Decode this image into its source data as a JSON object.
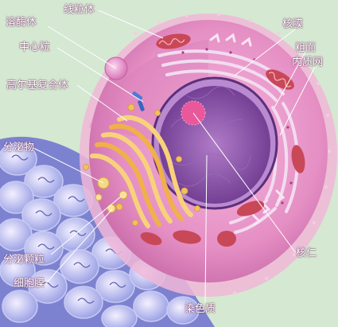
{
  "labels": {
    "lysosome": "溶酶体",
    "mitochondria": "线粒体",
    "nuclear_envelope": "核膜",
    "centriole": "中心粒",
    "rough_er_line1": "粗面",
    "rough_er_line2": "内质网",
    "golgi": "高尔基复合体",
    "secretion": "分泌物",
    "secretory_granule": "分泌颗粒",
    "cell_membrane": "细胞膜",
    "nucleolus": "核仁",
    "chromatin": "染色质"
  },
  "colors": {
    "background": "#d5e8d2",
    "label_text": "#ffffff",
    "cytoplasm": "#e58fc4",
    "membrane": "#f0b7d8",
    "nucleus": "#8a4fa8",
    "golgi": "#f0c25a",
    "mitochondria": "#c84858",
    "neighbor_cells": "#8b8fd8"
  }
}
